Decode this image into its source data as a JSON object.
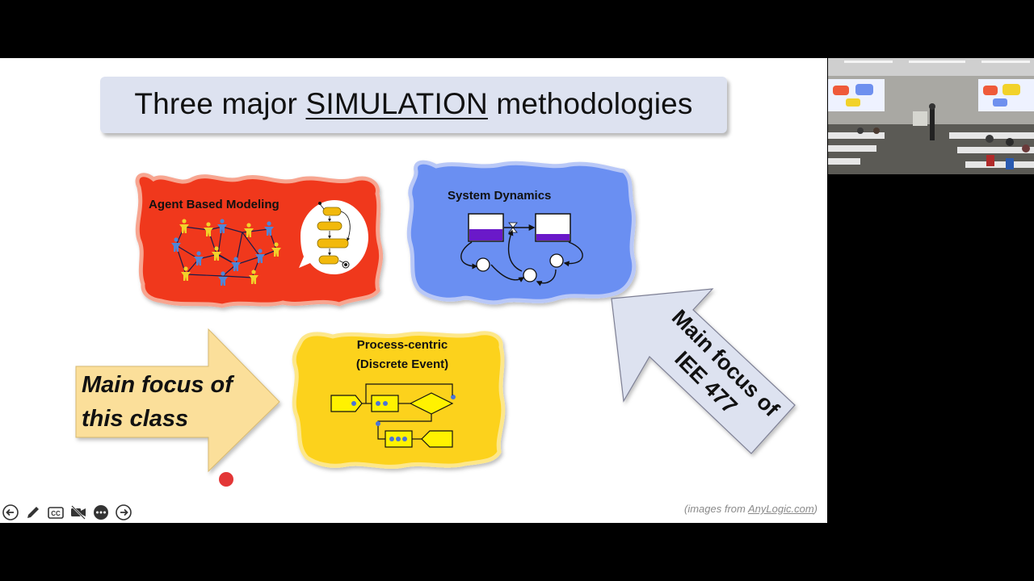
{
  "slide": {
    "title_before": "Three major ",
    "title_emphasis": "SIMULATION",
    "title_after": " methodologies",
    "credit_prefix": "(images from ",
    "credit_link": "AnyLogic.com",
    "credit_suffix": ")"
  },
  "blobs": {
    "agent_based": "Agent Based Modeling",
    "system_dynamics": "System Dynamics",
    "process_line1": "Process-centric",
    "process_line2": "(Discrete Event)"
  },
  "arrows": {
    "left_line1": "Main focus of",
    "left_line2": "this class",
    "right_line1": "Main focus of",
    "right_line2": "IEE 477"
  },
  "controls": [
    {
      "name": "prev-slide-icon",
      "icon": "arrow-left-circle"
    },
    {
      "name": "pen-icon",
      "icon": "pencil"
    },
    {
      "name": "captions-icon",
      "icon": "cc"
    },
    {
      "name": "camera-off-icon",
      "icon": "video-off"
    },
    {
      "name": "more-options-icon",
      "icon": "ellipsis-circle"
    },
    {
      "name": "next-slide-icon",
      "icon": "arrow-right-circle"
    }
  ],
  "colors": {
    "agent_blob": "#f0371d",
    "system_dynamics_blob": "#6b8ff2",
    "process_blob": "#fcd21a",
    "arrow_left": "#fbdf9a",
    "arrow_right": "#dde2f0",
    "laser_pointer": "#e02020"
  }
}
